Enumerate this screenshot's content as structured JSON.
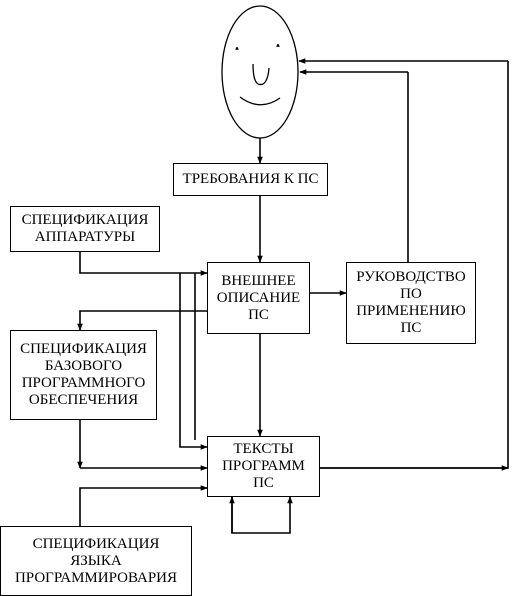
{
  "boxes": {
    "requirements": "ТРЕБОВАНИЯ К ПС",
    "hardware_spec": "СПЕЦИФИКАЦИЯ\nАППАРАТУРЫ",
    "external_description": "ВНЕШНЕЕ\nОПИСАНИЕ\nПС",
    "manual": "РУКОВОДСТВО\nПО\nПРИМЕНЕНИЮ\nПС",
    "base_software_spec": "СПЕЦИФИКАЦИЯ\nБАЗОВОГО\nПРОГРАММНОГО\nОБЕСПЕЧЕНИЯ",
    "program_texts": "ТЕКСТЫ\nПРОГРАММ\nПС",
    "language_spec": "СПЕЦИФИКАЦИЯ\nЯЗЫКА\nПРОГРАММИРОВАРИЯ"
  },
  "colors": {
    "stroke": "#000000",
    "background": "#ffffff"
  }
}
